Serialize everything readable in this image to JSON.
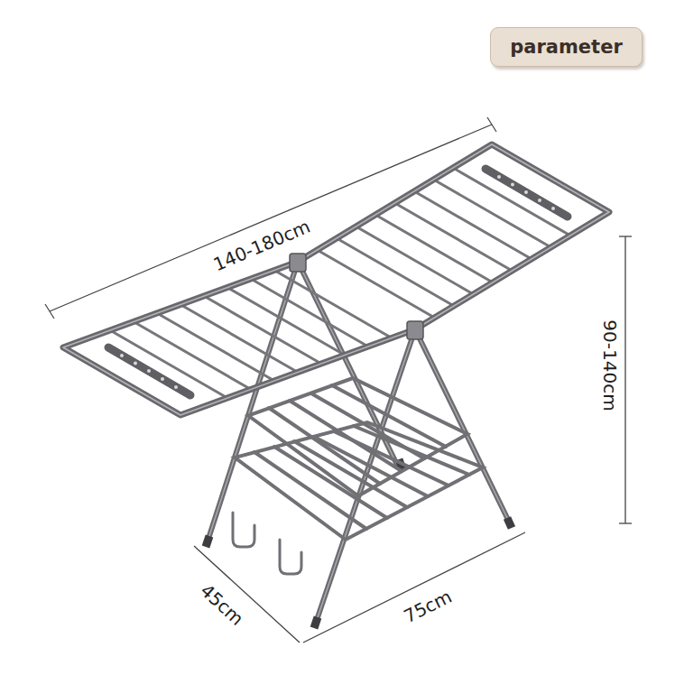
{
  "diagram": {
    "nodes": [
      {
        "text": [
          "parameter"
        ]
      }
    ],
    "edges": [],
    "labels": [
      "140-180cm",
      "90-140cm",
      "45cm",
      "75cm"
    ]
  }
}
